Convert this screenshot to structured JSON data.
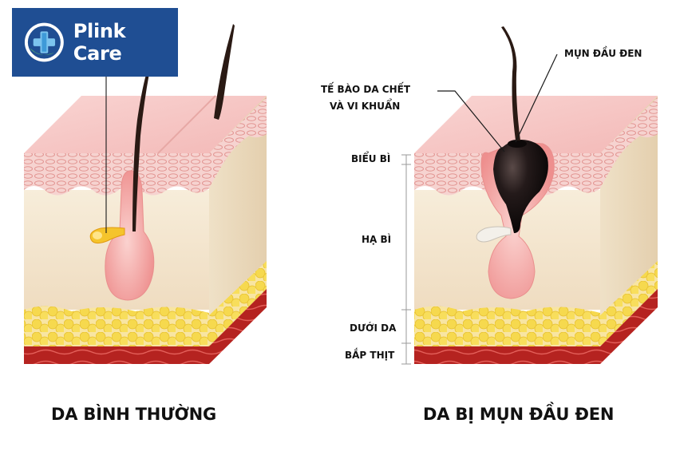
{
  "brand": {
    "name": "Plink Care",
    "color": "#1f4e93"
  },
  "captions": {
    "normal_skin": "DA BÌNH THƯỜNG",
    "blackhead_skin": "DA BỊ MỤN ĐẦU ĐEN"
  },
  "labels": {
    "blackhead": "MỤN ĐẦU ĐEN",
    "dead_cells_line1": "TẾ BÀO DA CHẾT",
    "dead_cells_line2": "VÀ VI KHUẨN",
    "epidermis": "BIỂU BÌ",
    "dermis": "HẠ BÌ",
    "subcutis": "DƯỚI DA",
    "muscle": "BẮP THỊT"
  },
  "colors": {
    "epidermis": "#f4c9c8",
    "dermis": "#f6ead4",
    "fat": "#f5d64a",
    "muscle": "#b8211f",
    "follicle": "#f3a3a2",
    "blackhead": "#1c1414",
    "sebum": "#f2c01b"
  }
}
